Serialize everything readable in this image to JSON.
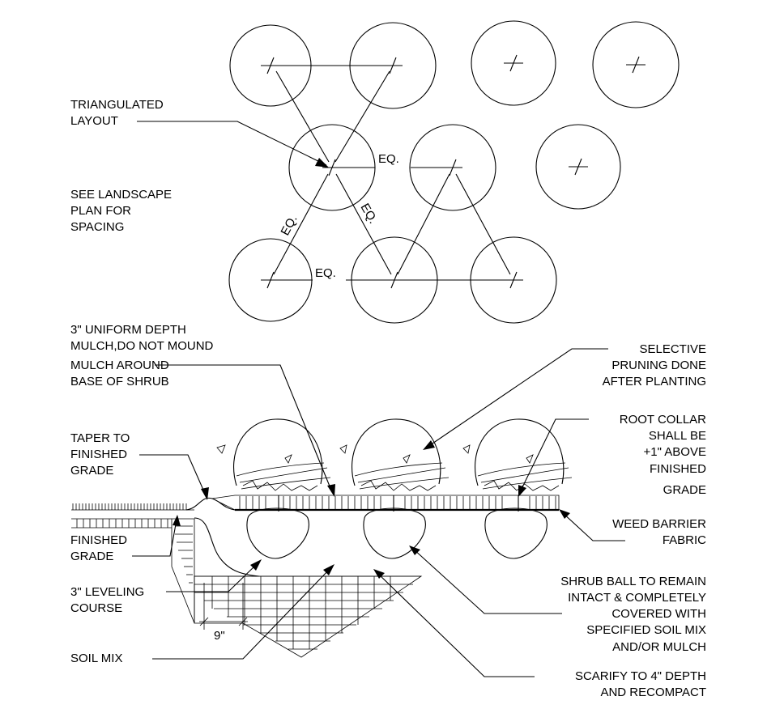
{
  "plan_view": {
    "triangulated_layout": [
      "TRIANGULATED",
      "LAYOUT"
    ],
    "see_landscape": [
      "SEE LANDSCAPE",
      "PLAN FOR",
      "SPACING"
    ],
    "equal_marks": [
      "EQ.",
      "EQ.",
      "EQ.",
      "EQ."
    ]
  },
  "section_view": {
    "mulch_depth": [
      "3\" UNIFORM DEPTH",
      "MULCH,DO NOT MOUND"
    ],
    "mulch_around": [
      "MULCH AROUND",
      "BASE OF SHRUB"
    ],
    "selective_pruning": [
      "SELECTIVE",
      "PRUNING DONE",
      "AFTER PLANTING"
    ],
    "taper": [
      "TAPER TO",
      "FINISHED",
      "GRADE"
    ],
    "root_collar": [
      "ROOT COLLAR",
      "SHALL BE",
      "+1\" ABOVE",
      "FINISHED",
      "GRADE"
    ],
    "finished_grade": [
      "FINISHED",
      "GRADE"
    ],
    "weed_barrier": [
      "WEED BARRIER",
      "FABRIC"
    ],
    "leveling_course": [
      "3\" LEVELING",
      "COURSE"
    ],
    "shrub_ball": [
      "SHRUB BALL TO REMAIN",
      "INTACT & COMPLETELY",
      "COVERED WITH",
      "SPECIFIED SOIL MIX",
      "AND/OR MULCH"
    ],
    "soil_mix": [
      "SOIL MIX"
    ],
    "scarify": [
      "SCARIFY TO 4\" DEPTH",
      "AND RECOMPACT"
    ],
    "dimension": "9\""
  }
}
